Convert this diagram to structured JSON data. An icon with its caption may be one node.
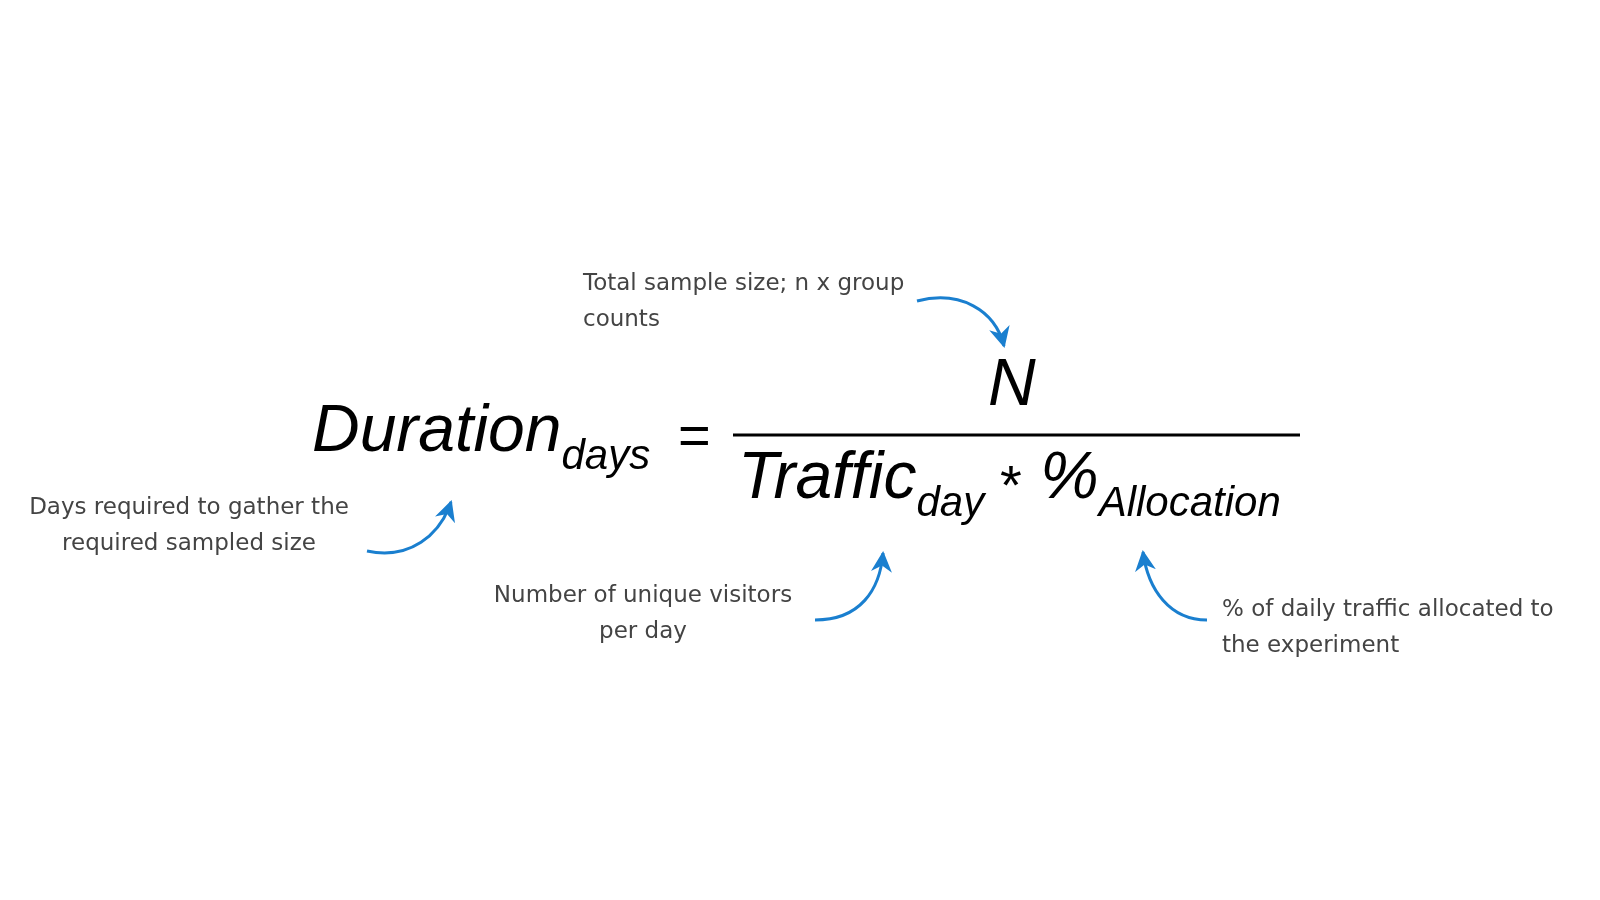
{
  "diagram": {
    "nodes": [
      {
        "text": [
          "Total sample size; n x group counts"
        ]
      },
      {
        "text": [
          "N"
        ]
      },
      {
        "text": [
          "Duration$_{days}$"
        ]
      },
      {
        "text": [
          "Days required to gather the required sampled size"
        ]
      },
      {
        "text": [
          "Traffic$_{day}$"
        ]
      },
      {
        "text": [
          "%$_{Allocation}$"
        ]
      },
      {
        "text": [
          "Number of unique visitors per day"
        ]
      },
      {
        "text": [
          "% of daily traffic allocated to the experiment"
        ]
      }
    ],
    "edges": [
      {
        "from": 0,
        "to": 1,
        "arrow": "to"
      },
      {
        "from": 3,
        "to": 2,
        "arrow": "to"
      },
      {
        "from": 6,
        "to": 4,
        "arrow": "to"
      },
      {
        "from": 7,
        "to": 5,
        "arrow": "to"
      }
    ],
    "labels": [
      "=",
      "*"
    ]
  }
}
